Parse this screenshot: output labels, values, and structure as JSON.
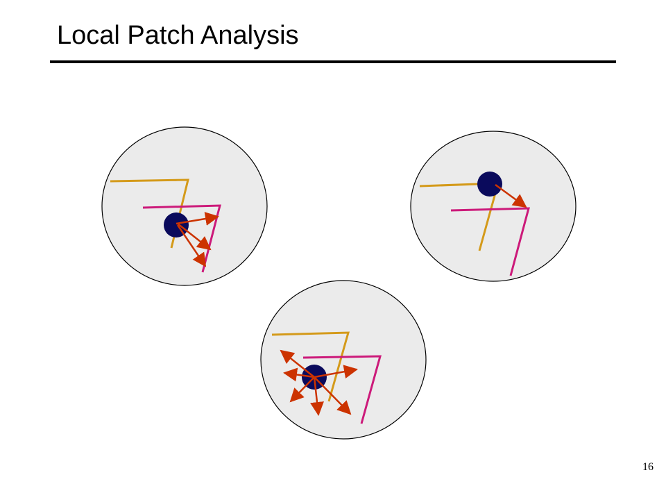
{
  "slide": {
    "title": "Local Patch Analysis",
    "page_number": "16"
  },
  "colors": {
    "patch_fill": "#ebebeb",
    "patch_stroke": "#000000",
    "edge_orange": "#d49a1a",
    "edge_magenta": "#cc1a7a",
    "center_dot": "#0a0a5c",
    "arrow": "#cc3300"
  },
  "patches": [
    {
      "id": "patch-top-left",
      "arrow_count": 3
    },
    {
      "id": "patch-top-right",
      "arrow_count": 1
    },
    {
      "id": "patch-bottom",
      "arrow_count": 6
    }
  ]
}
